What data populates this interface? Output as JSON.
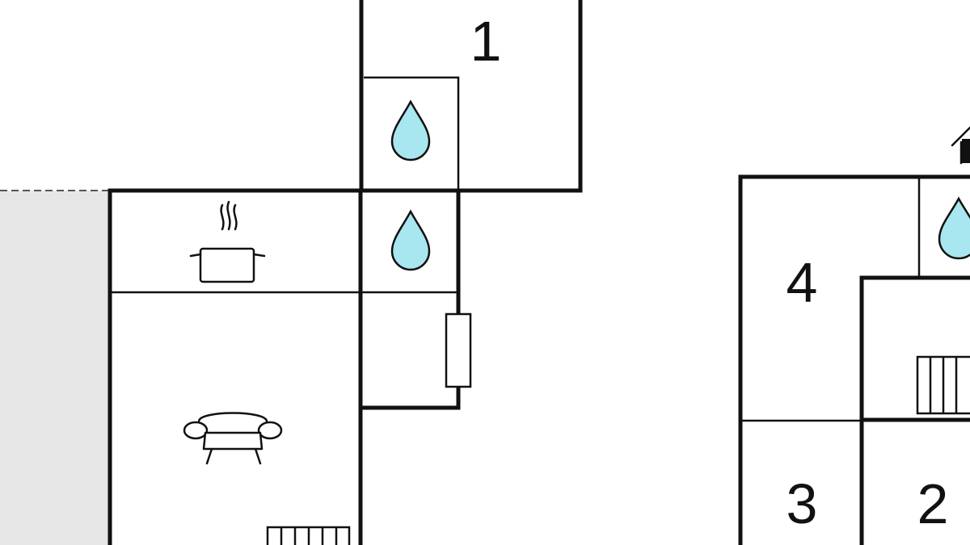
{
  "floor_plan": {
    "room_numbers": [
      "1",
      "2",
      "3",
      "4"
    ],
    "icons": [
      "water-drop-icon",
      "cooking-pot-icon",
      "sofa-icon",
      "radiator-icon",
      "door-icon",
      "house-icon"
    ],
    "colors": {
      "walls": "#111111",
      "water": "#a8e6f0",
      "outside_area": "#e6e6e6"
    }
  }
}
